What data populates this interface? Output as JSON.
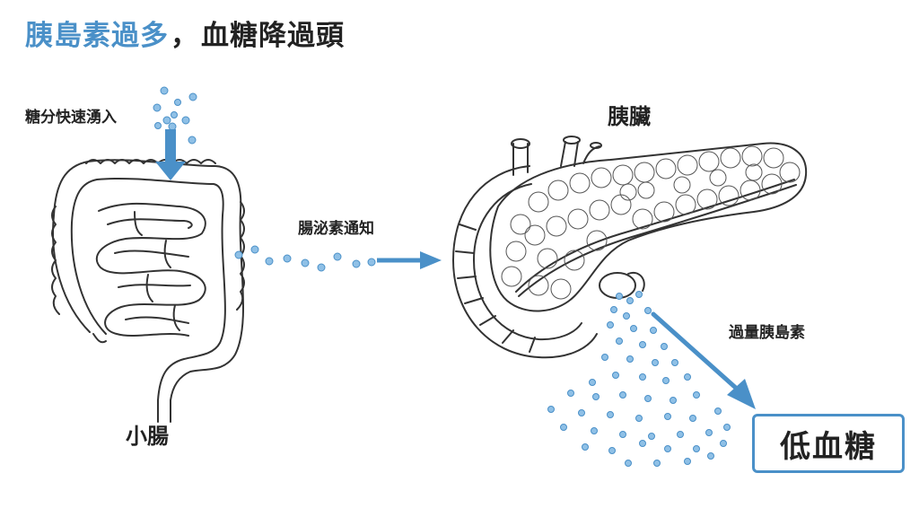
{
  "title": {
    "highlight": "胰島素過多",
    "separator": "，",
    "rest": "血糖降過頭"
  },
  "labels": {
    "sugar_influx": "糖分快速湧入",
    "small_intestine": "小腸",
    "incretin_signal": "腸泌素通知",
    "pancreas": "胰臟",
    "excess_insulin": "過量胰島素",
    "low_blood_sugar": "低血糖"
  },
  "colors": {
    "accent": "#4a90c8",
    "accent_dark": "#3a78b0",
    "text": "#222222",
    "outline": "#333333"
  }
}
